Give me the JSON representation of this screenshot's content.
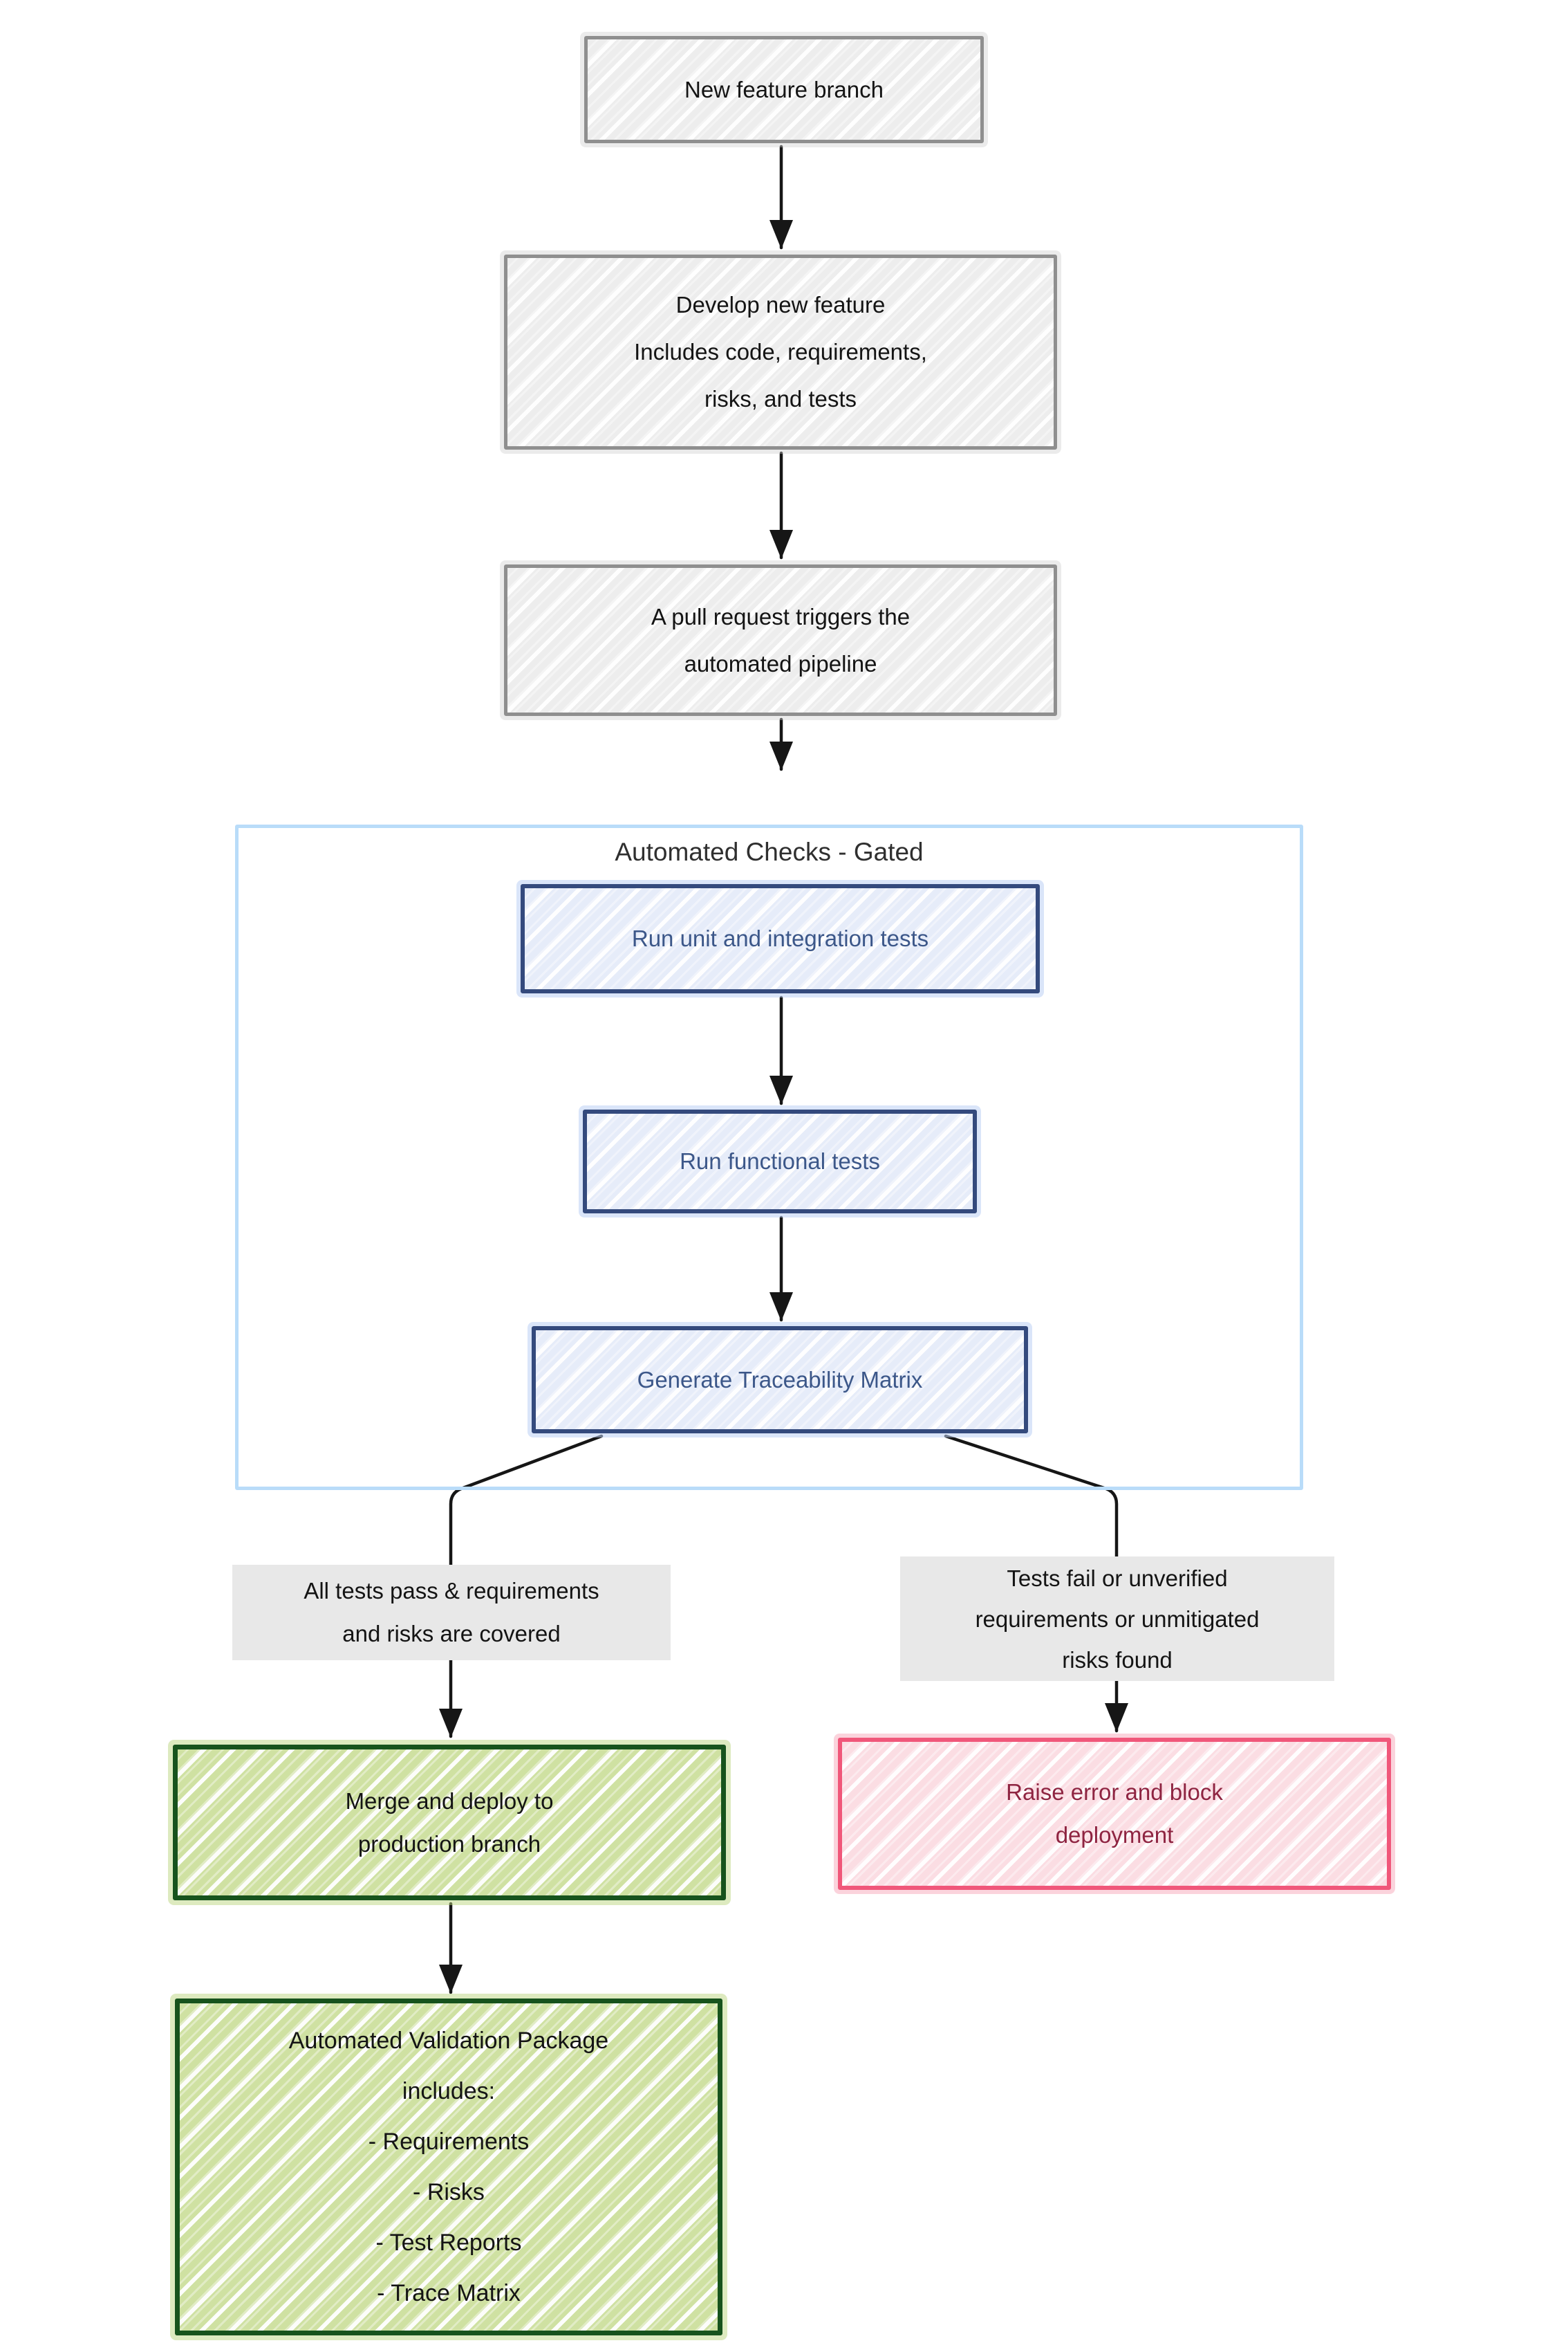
{
  "diagram": {
    "type": "flowchart",
    "container_title": "Automated Checks - Gated",
    "nodes": {
      "new_feature_branch": {
        "lines": [
          "New feature branch"
        ]
      },
      "develop": {
        "lines": [
          "Develop new feature",
          "Includes code, requirements,",
          "risks, and tests"
        ]
      },
      "pull_request": {
        "lines": [
          "A pull request triggers the",
          "automated pipeline"
        ]
      },
      "unit_tests": {
        "lines": [
          "Run unit and integration tests"
        ]
      },
      "functional_tests": {
        "lines": [
          "Run functional tests"
        ]
      },
      "trace_matrix": {
        "lines": [
          "Generate Traceability Matrix"
        ]
      },
      "label_pass": {
        "lines": [
          "All tests pass & requirements",
          "and risks are covered"
        ]
      },
      "label_fail": {
        "lines": [
          "Tests fail or unverified",
          "requirements or unmitigated",
          "risks found"
        ]
      },
      "merge_deploy": {
        "lines": [
          "Merge and deploy to",
          "production branch"
        ]
      },
      "raise_error": {
        "lines": [
          "Raise error and block",
          "deployment"
        ]
      },
      "validation_package": {
        "lines": [
          "Automated Validation Package",
          "includes:",
          "- Requirements",
          "- Risks",
          "- Test Reports",
          "- Trace Matrix"
        ]
      }
    },
    "colors": {
      "gray_fill": "#ededed",
      "gray_border": "#8f8f8f",
      "blue_fill": "#e6ecf9",
      "blue_border": "#344a7d",
      "blue_text": "#3c5789",
      "container_border": "#b9dcf9",
      "green_fill": "#cfe1a2",
      "green_border": "#17531d",
      "pink_fill": "#fbdde3",
      "pink_border": "#f0577a",
      "pink_text": "#8e2441",
      "edge_label_bg": "#e8e8e8",
      "arrow": "#161616"
    }
  }
}
